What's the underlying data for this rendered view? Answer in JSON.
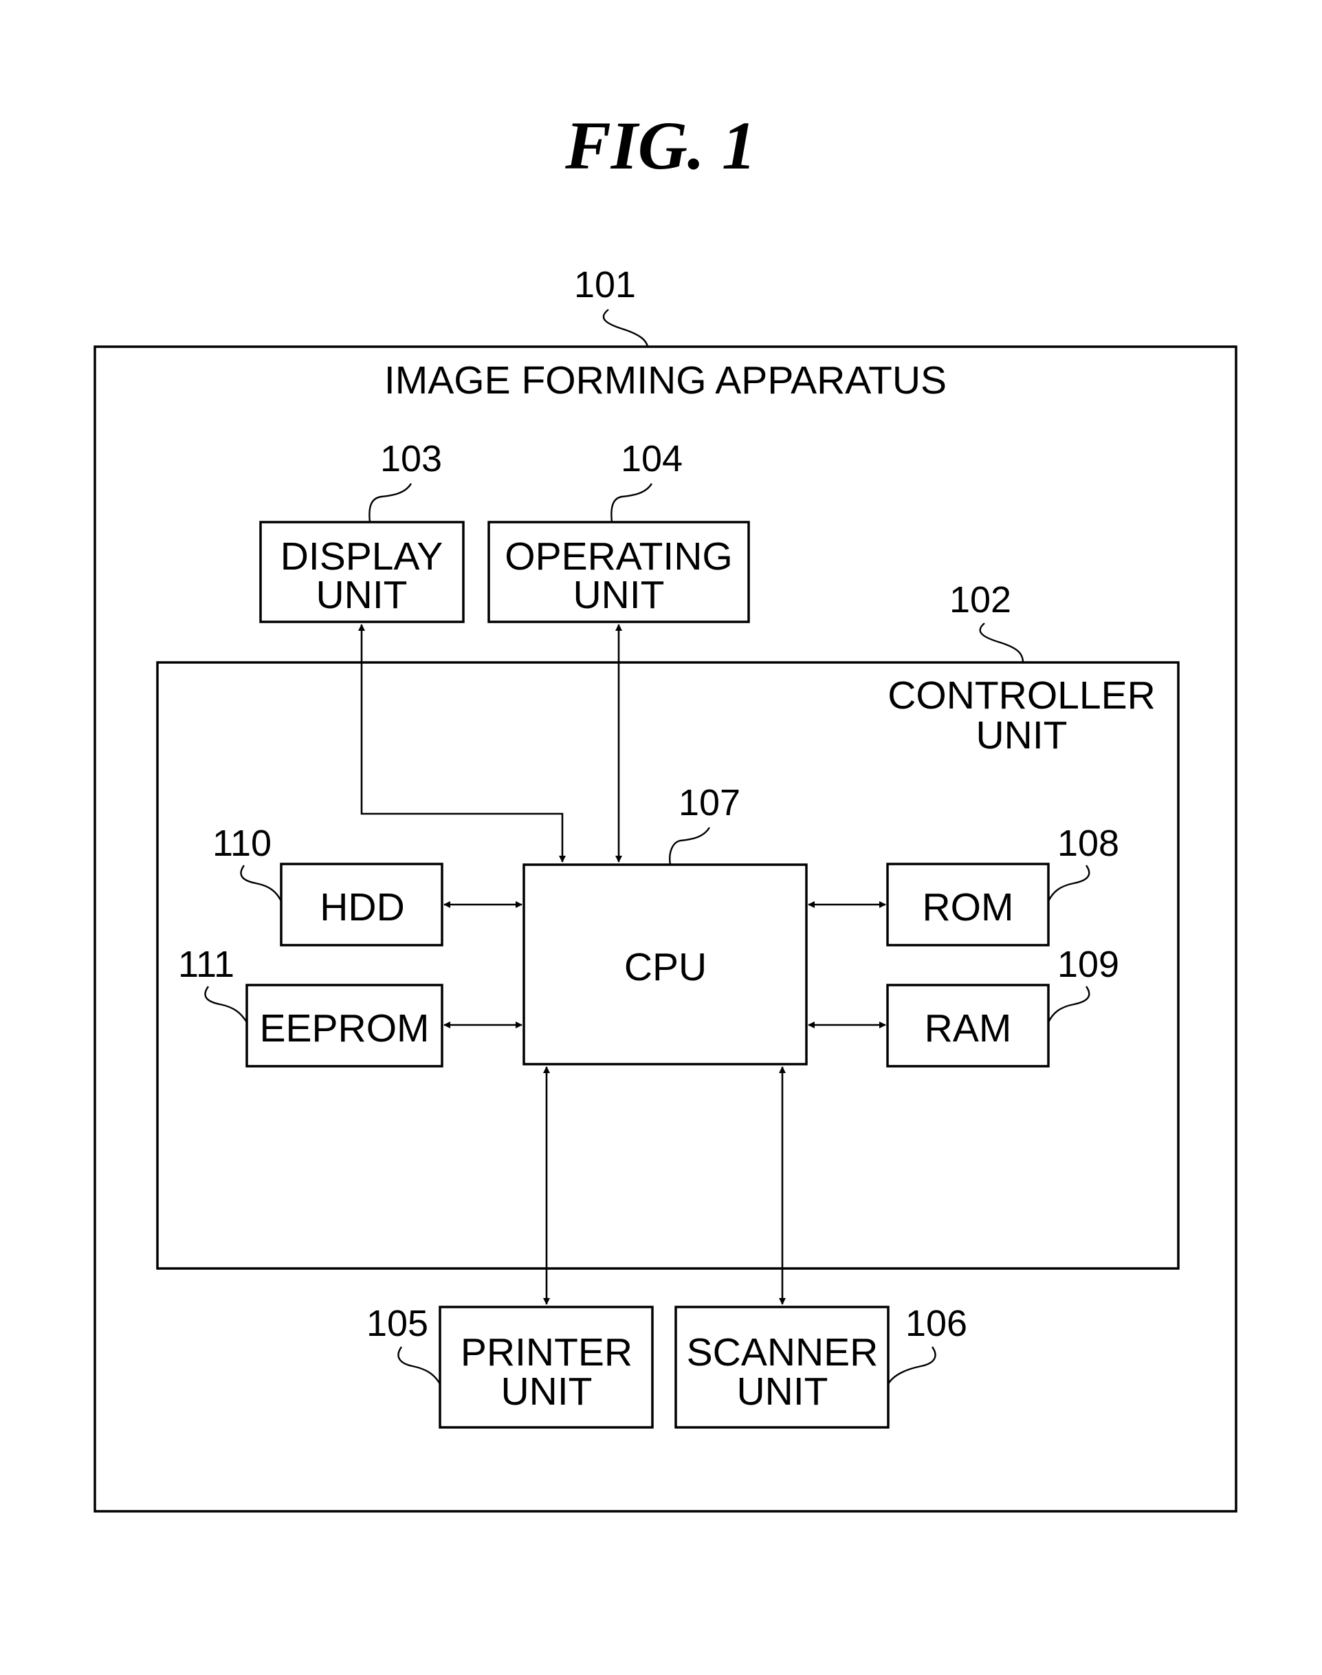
{
  "figure_title": "FIG. 1",
  "apparatus": {
    "ref": "101",
    "label": "IMAGE FORMING APPARATUS"
  },
  "controller": {
    "ref": "102",
    "label_line1": "CONTROLLER",
    "label_line2": "UNIT"
  },
  "display_unit": {
    "ref": "103",
    "line1": "DISPLAY",
    "line2": "UNIT"
  },
  "operating_unit": {
    "ref": "104",
    "line1": "OPERATING",
    "line2": "UNIT"
  },
  "printer_unit": {
    "ref": "105",
    "line1": "PRINTER",
    "line2": "UNIT"
  },
  "scanner_unit": {
    "ref": "106",
    "line1": "SCANNER",
    "line2": "UNIT"
  },
  "cpu": {
    "ref": "107",
    "label": "CPU"
  },
  "rom": {
    "ref": "108",
    "label": "ROM"
  },
  "ram": {
    "ref": "109",
    "label": "RAM"
  },
  "hdd": {
    "ref": "110",
    "label": "HDD"
  },
  "eeprom": {
    "ref": "111",
    "label": "EEPROM"
  }
}
